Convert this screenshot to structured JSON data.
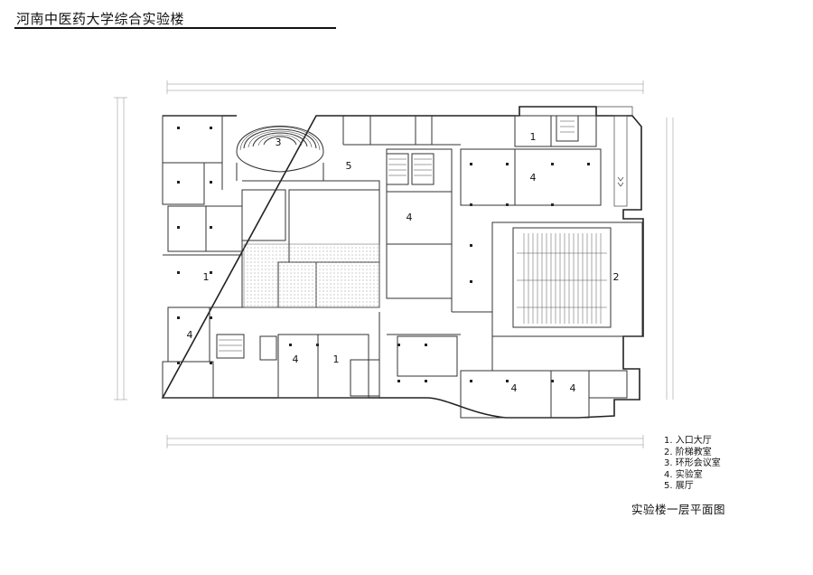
{
  "title": "河南中医药大学综合实验楼",
  "caption": "实验楼一层平面图",
  "room_labels": {
    "ring_hall": "3",
    "exhibit": "5",
    "north_entry": "1",
    "lab_ne": "4",
    "lab_center": "4",
    "lecture": "2",
    "west_entry": "1",
    "lab_sw": "4",
    "lab_s": "4",
    "south_entry": "1",
    "lab_se1": "4",
    "lab_se2": "4"
  },
  "legend": [
    "1. 入口大厅",
    "2. 阶梯教室",
    "3. 环形会议室",
    "4. 实验室",
    "5. 展厅"
  ]
}
